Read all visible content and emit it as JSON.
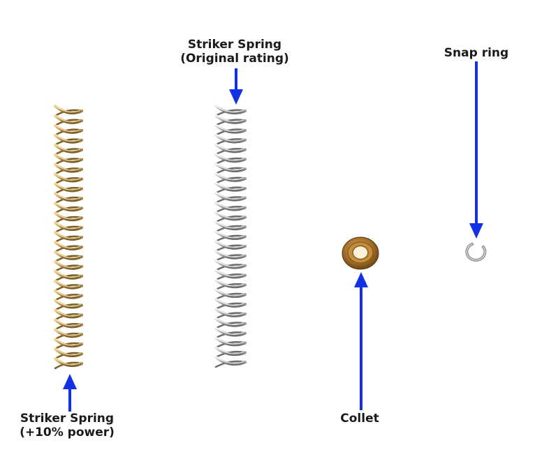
{
  "labels": {
    "gold_spring": {
      "line1": "Striker Spring",
      "line2": "(+10% power)"
    },
    "silver_spring": {
      "line1": "Striker Spring",
      "line2": "(Original rating)"
    },
    "collet": "Collet",
    "snap_ring": "Snap ring"
  },
  "colors": {
    "arrow": "#1230e6",
    "gold_light": "#f1dd9e",
    "gold_mid": "#c9a25a",
    "gold_dark": "#7d5f28",
    "silver_light": "#f4f4f4",
    "silver_mid": "#b9b9b9",
    "silver_dark": "#6e6e6e",
    "collet_outer": "#8a5a1e",
    "collet_rim": "#e0b46a",
    "collet_hole": "#fbf2d9",
    "ring": "#8c8c8c",
    "text": "#1a1a1a"
  }
}
